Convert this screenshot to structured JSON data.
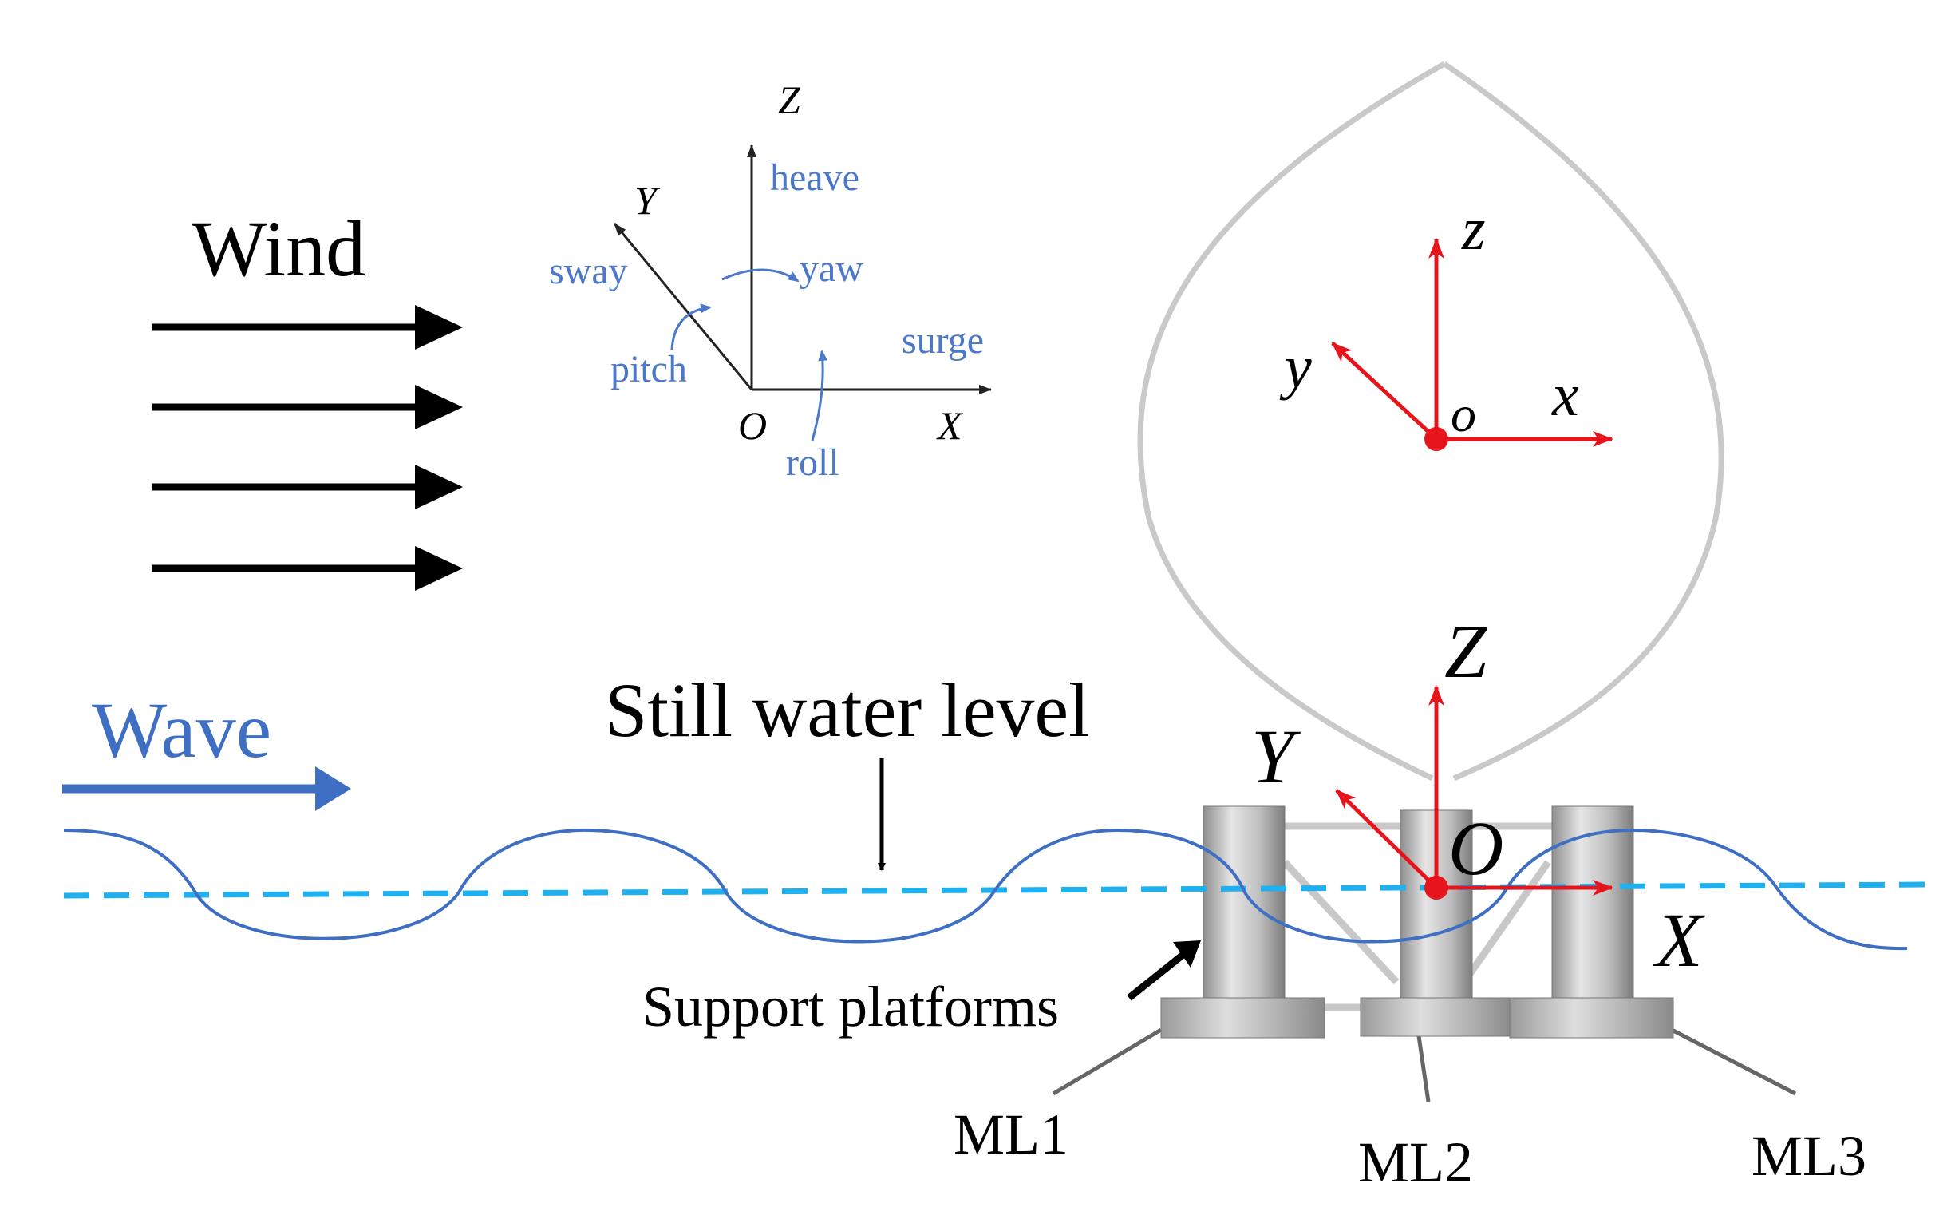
{
  "labels": {
    "wind": "Wind",
    "wave": "Wave",
    "still_water_level": "Still water level",
    "support_platforms": "Support platforms",
    "ml1": "ML1",
    "ml2": "ML2",
    "ml3": "ML3"
  },
  "motion_axes": {
    "Z": "Z",
    "Y": "Y",
    "X": "X",
    "O": "O",
    "heave": "heave",
    "sway": "sway",
    "yaw": "yaw",
    "surge": "surge",
    "pitch": "pitch",
    "roll": "roll"
  },
  "rotor_axes": {
    "z": "z",
    "y": "y",
    "x": "x",
    "o": "o"
  },
  "global_axes": {
    "Z": "Z",
    "Y": "Y",
    "X": "X",
    "O": "O"
  },
  "colors": {
    "axis_red": "#e8141c",
    "wave_blue": "#3f6fc2",
    "water_line": "#1fb0ef",
    "motion_blue": "#4b78c9",
    "structure_gray": "#b5b5b5"
  }
}
